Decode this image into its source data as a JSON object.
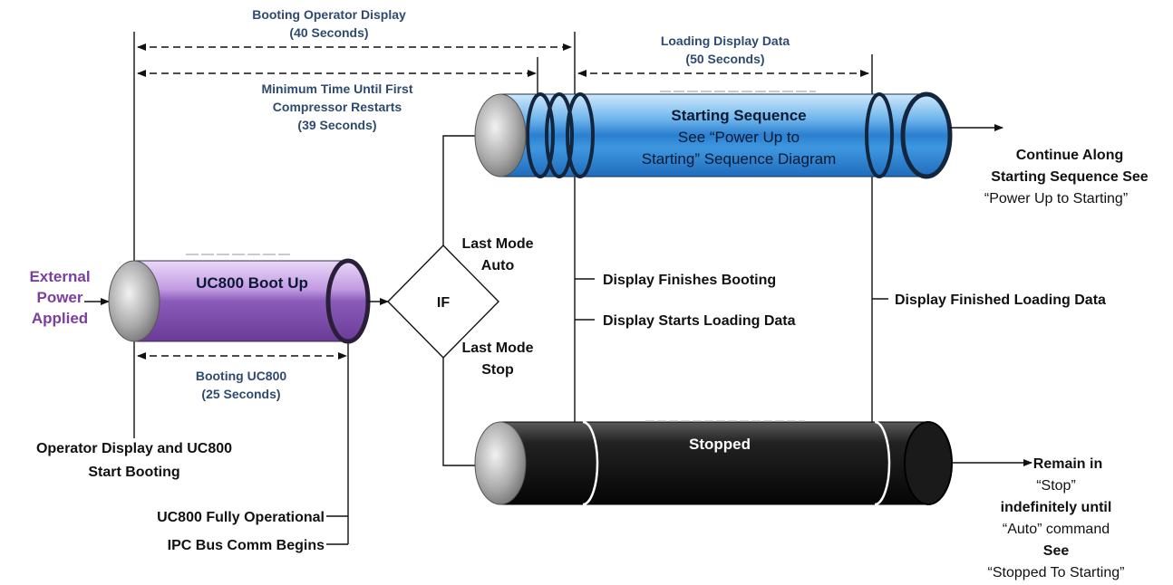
{
  "timing": {
    "booting_operator_display": [
      "Booting Operator Display",
      "(40 Seconds)"
    ],
    "loading_display_data": [
      "Loading Display Data",
      "(50 Seconds)"
    ],
    "minimum_time": [
      "Minimum Time Until First",
      "Compressor Restarts",
      "(39 Seconds)"
    ],
    "booting_uc800": [
      "Booting UC800",
      "(25 Seconds)"
    ]
  },
  "external_power": [
    "External",
    "Power",
    "Applied"
  ],
  "boot_cylinder": "UC800 Boot Up",
  "decision": {
    "label": "IF",
    "auto": [
      "Last Mode",
      "Auto"
    ],
    "stop": [
      "Last Mode",
      "Stop"
    ]
  },
  "starting_cylinder": {
    "title": "Starting Sequence",
    "sub": [
      "See “Power Up to",
      "Starting” Sequence Diagram"
    ]
  },
  "stopped_cylinder": "Stopped",
  "events": {
    "display_finishes_booting": "Display Finishes Booting",
    "display_starts_loading": "Display Starts Loading Data",
    "display_finished_loading": "Display Finished Loading Data",
    "operator_start": [
      "Operator Display and UC800",
      "Start Booting"
    ],
    "uc800_operational": "UC800 Fully Operational",
    "ipc_bus": "IPC Bus Comm Begins"
  },
  "continue_note": {
    "bold": [
      "Continue Along",
      "Starting Sequence See"
    ],
    "normal": "“Power Up to Starting”"
  },
  "remain_note": {
    "line1": "Remain in",
    "line2": "“Stop”",
    "line3": "indefinitely until",
    "line4": "“Auto” command",
    "line5": "See",
    "line6": "“Stopped To Starting”"
  },
  "colors": {
    "boot": "#8a5bb8",
    "starting": "#2f86d6",
    "stopped": "#111111",
    "caption": "#2e4a6e",
    "power": "#7b3fa0"
  }
}
